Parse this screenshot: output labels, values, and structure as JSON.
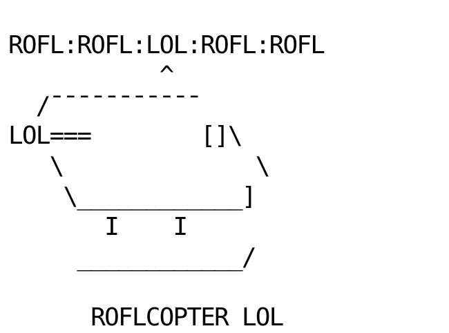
{
  "art": {
    "lines": [
      "ROFL:ROFL:LOL:ROFL:ROFL",
      "           ^",
      "  /¯¯¯¯¯¯¯¯¯¯¯",
      "LOL===        []\\",
      "   \\              \\",
      "    \\____________]",
      "       I    I",
      "     ____________/",
      "",
      "      ROFLCOPTER LOL"
    ]
  },
  "colors": {
    "background": "#ffffff",
    "text": "#000000"
  }
}
